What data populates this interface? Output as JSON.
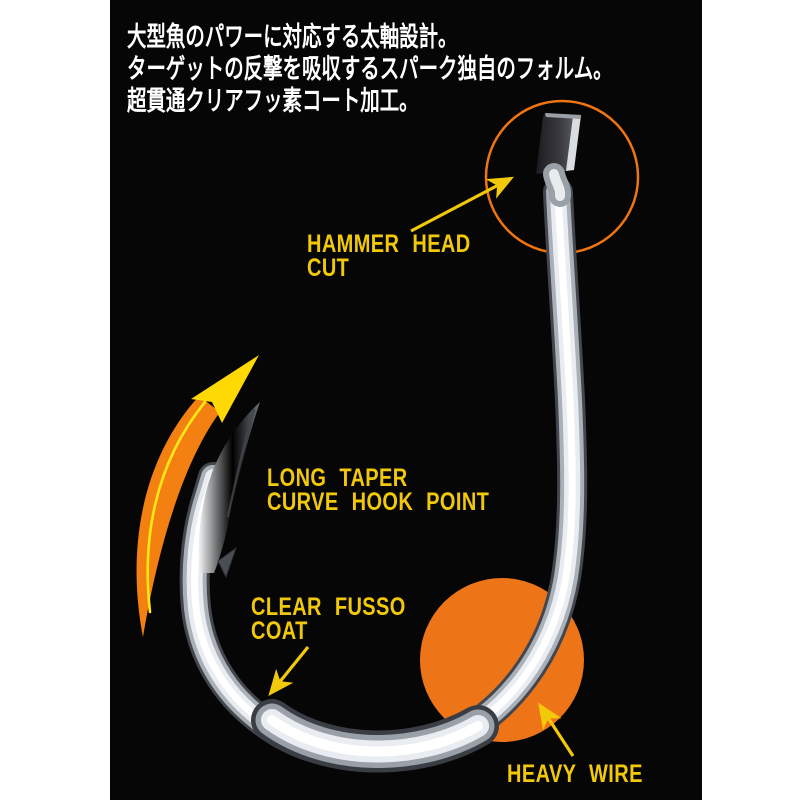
{
  "headline": {
    "line1": "大型魚のパワーに対応する太軸設計。",
    "line2": "ターゲットの反撃を吸収するスパーク独自のフォルム。",
    "line3": "超貫通クリアフッ素コート加工。"
  },
  "labels": {
    "hammer_head": {
      "line1": "HAMMER HEAD",
      "line2": "CUT"
    },
    "long_taper": {
      "line1": "LONG TAPER",
      "line2": "CURVE HOOK POINT"
    },
    "clear_fusso": {
      "line1": "CLEAR FUSSO",
      "line2": "COAT"
    },
    "heavy_wire": {
      "line1": "HEAVY WIRE"
    }
  },
  "icons": {
    "swoosh": "curved-swoosh-arrow",
    "pointers": "diagonal-pointer-arrow",
    "ring": "highlight-ring",
    "spot": "highlight-circle"
  },
  "colors": {
    "label_yellow": "#f2c90a",
    "arrow_yellow": "#ffd903",
    "accent_orange": "#ee7418",
    "ring_orange": "#ef7512",
    "headline_white": "#ffffff",
    "photo_black": "#060606",
    "page_white": "#ffffff"
  }
}
